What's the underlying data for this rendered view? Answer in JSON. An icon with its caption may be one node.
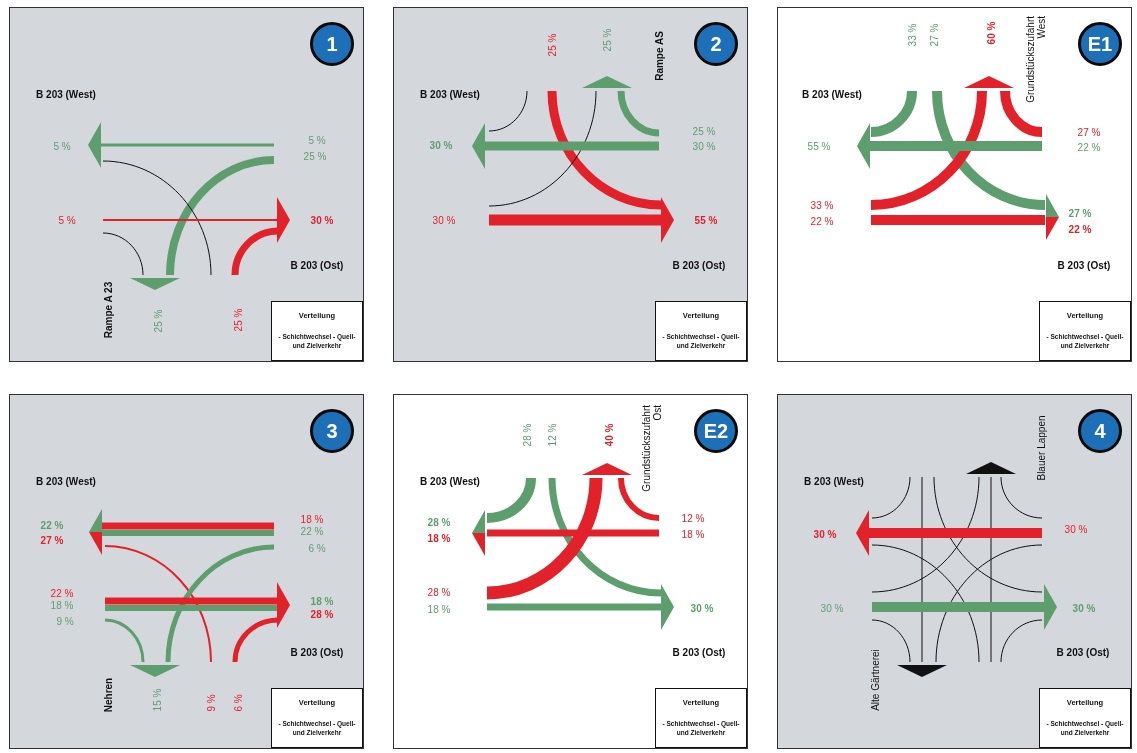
{
  "diagram": {
    "nodes": [
      {
        "text": [
          "B 203 (West)",
          "5 %",
          "5 %",
          "25 %",
          "5 %",
          "30 %",
          "B 203 (Ost)",
          "Rampe A 23",
          "25 %",
          "25 %"
        ]
      },
      {
        "text": [
          "1"
        ],
        "in": 0
      },
      {
        "text": [
          "Verteilung",
          "- Schichtwechsel - Quell- und Zielverkehr"
        ],
        "in": 0
      },
      {
        "text": [
          "B 203 (West)",
          "25 %",
          "25 %",
          "Rampe AS",
          "30 %",
          "25 %",
          "30 %",
          "30 %",
          "55 %",
          "B 203 (Ost)"
        ]
      },
      {
        "text": [
          "2"
        ],
        "in": 3
      },
      {
        "text": [
          "Verteilung",
          "- Schichtwechsel - Quell- und Zielverkehr"
        ],
        "in": 3
      },
      {
        "text": [
          "33 %",
          "27 %",
          "60 %",
          "Grundstückszufahrt West",
          "B 203 (West)",
          "55 %",
          "27 %",
          "22 %",
          "33 %",
          "22 %",
          "27 %",
          "22 %",
          "B 203 (Ost)"
        ]
      },
      {
        "text": [
          "E1"
        ],
        "in": 6
      },
      {
        "text": [
          "Verteilung",
          "- Schichtwechsel - Quell- und Zielverkehr"
        ],
        "in": 6
      },
      {
        "text": [
          "B 203 (West)",
          "22 %",
          "27 %",
          "18 %",
          "22 %",
          "6 %",
          "22 %",
          "18 %",
          "9 %",
          "18 %",
          "28 %",
          "B 203 (Ost)",
          "Nehren",
          "15 %",
          "9 %",
          "6 %"
        ]
      },
      {
        "text": [
          "3"
        ],
        "in": 9
      },
      {
        "text": [
          "Verteilung",
          "- Schichtwechsel - Quell- und Zielverkehr"
        ],
        "in": 9
      },
      {
        "text": [
          "28 %",
          "12 %",
          "40 %",
          "Grundstückszufahrt Ost",
          "B 203 (West)",
          "28 %",
          "18 %",
          "12 %",
          "18 %",
          "28 %",
          "18 %",
          "30 %",
          "B 203 (Ost)"
        ]
      },
      {
        "text": [
          "E2"
        ],
        "in": 12
      },
      {
        "text": [
          "Verteilung",
          "- Schichtwechsel - Quell- und Zielverkehr"
        ],
        "in": 12
      },
      {
        "text": [
          "Blauer Lappen",
          "B 203 (West)",
          "30 %",
          "30 %",
          "30 %",
          "30 %",
          "B 203 (Ost)",
          "Alte Gärtnerei"
        ]
      },
      {
        "text": [
          "4"
        ],
        "in": 15
      },
      {
        "text": [
          "Verteilung",
          "- Schichtwechsel - Quell- und Zielverkehr"
        ],
        "in": 15
      }
    ]
  }
}
